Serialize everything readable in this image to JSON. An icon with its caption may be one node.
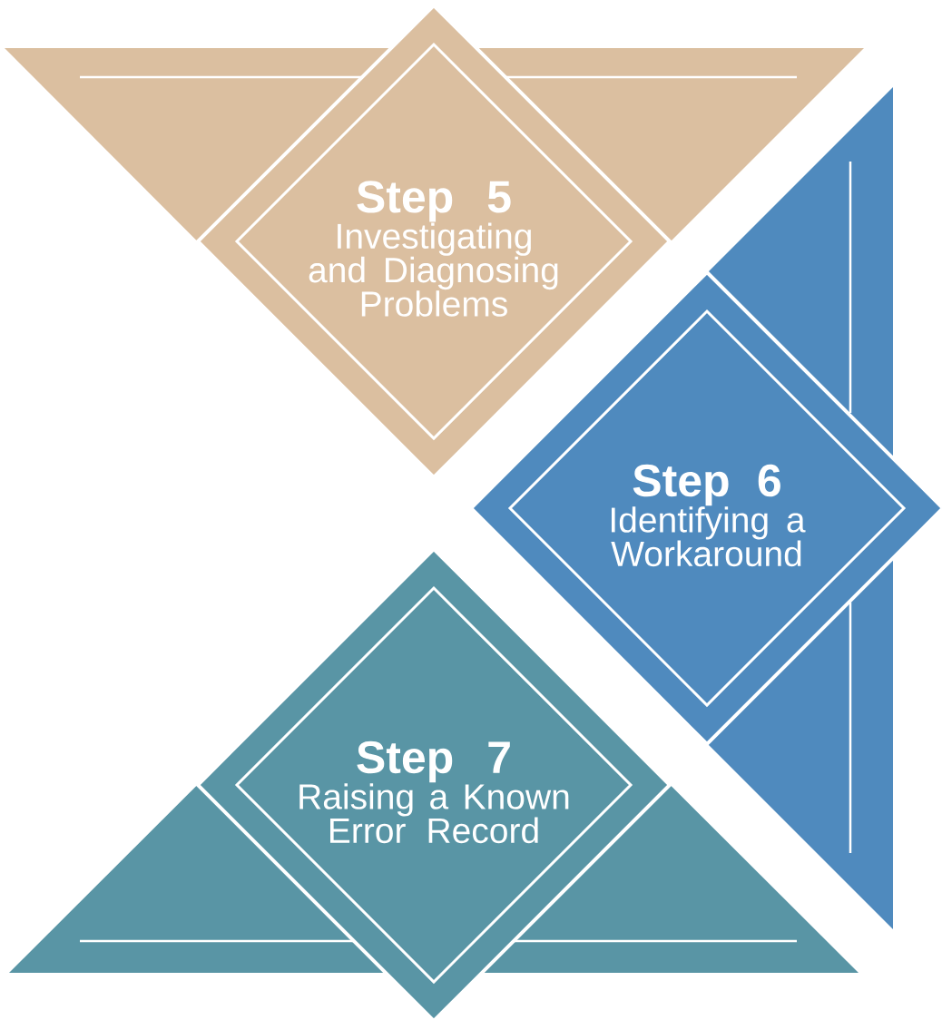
{
  "diagram": {
    "nodes": [
      {
        "text": [
          "Step 5",
          "Investigating and Diagnosing Problems"
        ]
      },
      {
        "text": [
          "Step 6",
          "Identifying a Workaround"
        ]
      },
      {
        "text": [
          "Step 7",
          "Raising a Known Error Record"
        ]
      }
    ]
  }
}
